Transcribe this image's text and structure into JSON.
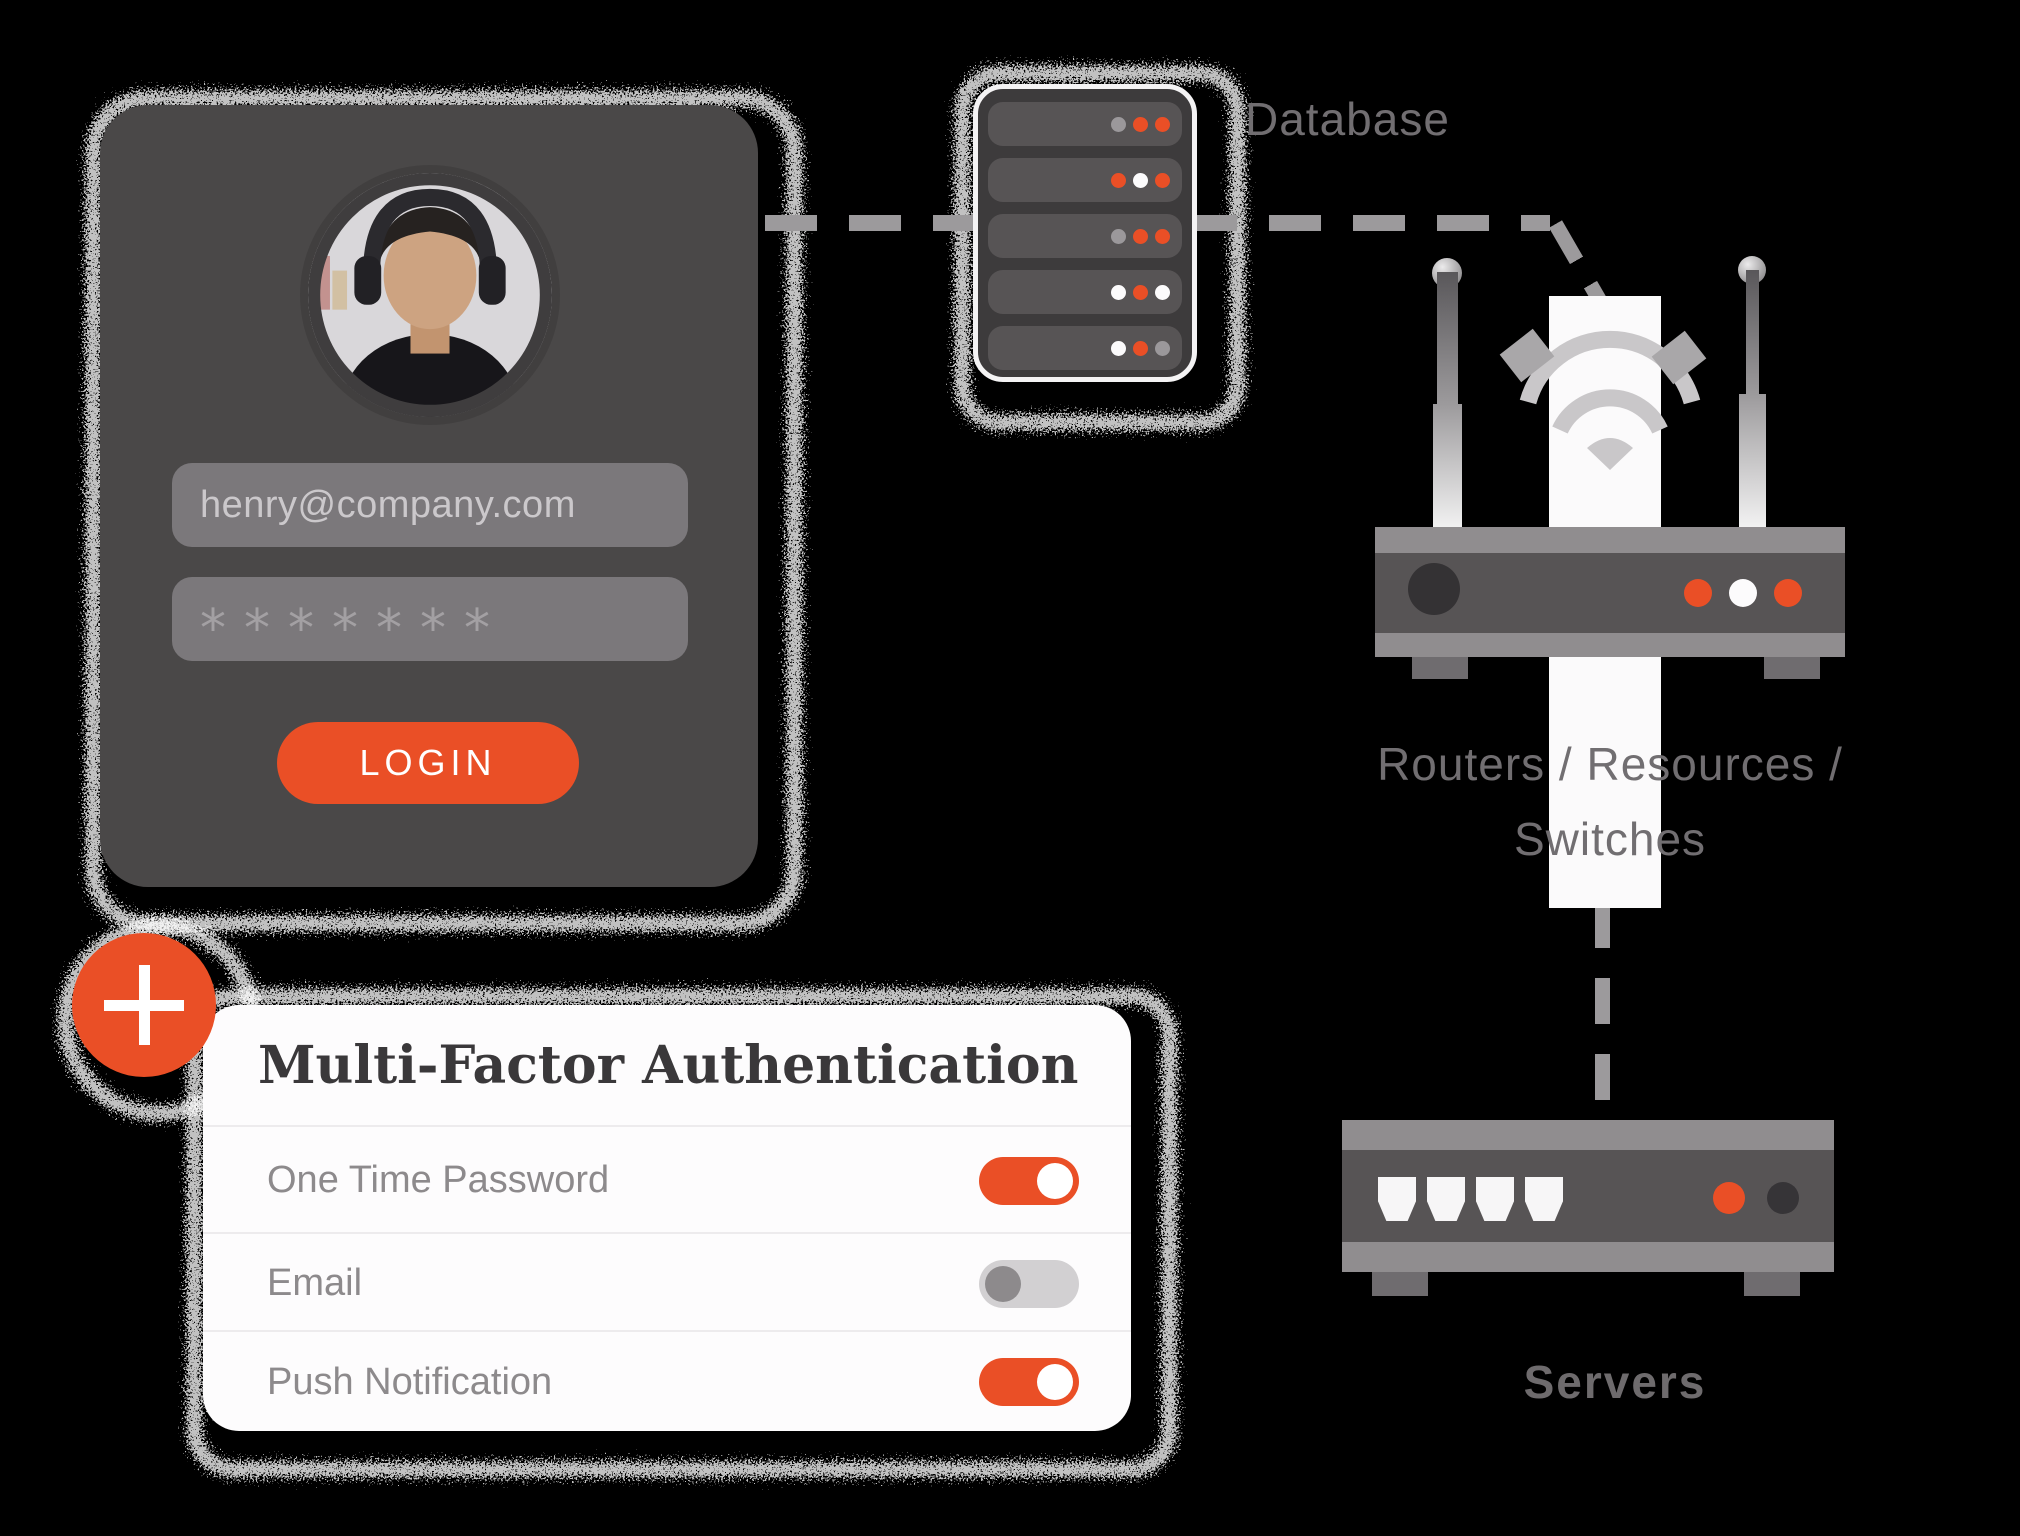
{
  "colors": {
    "orange": "#EA4F26",
    "white": "#FCFBFC",
    "gray": "#9B989B",
    "dark": "#363437"
  },
  "login": {
    "email_value": "henry@company.com",
    "password_mask": "*******",
    "login_button": "LOGIN"
  },
  "mfa": {
    "title": "Multi-Factor Authentication",
    "rows": [
      {
        "label": "One Time Password",
        "enabled": true
      },
      {
        "label": "Email",
        "enabled": false
      },
      {
        "label": "Push Notification",
        "enabled": true
      }
    ]
  },
  "network": {
    "database_label": "Database",
    "router_label_line1": "Routers / Resources /",
    "router_label_line2": "Switches",
    "servers_label": "Servers",
    "database_rows": [
      [
        "gray",
        "orange",
        "orange"
      ],
      [
        "orange",
        "white",
        "orange"
      ],
      [
        "gray",
        "orange",
        "orange"
      ],
      [
        "white",
        "orange",
        "white"
      ],
      [
        "white",
        "orange",
        "gray"
      ]
    ],
    "router_leds": [
      "orange",
      "white",
      "orange"
    ],
    "server_leds": [
      "orange",
      "dark"
    ],
    "server_port_count": 4
  }
}
